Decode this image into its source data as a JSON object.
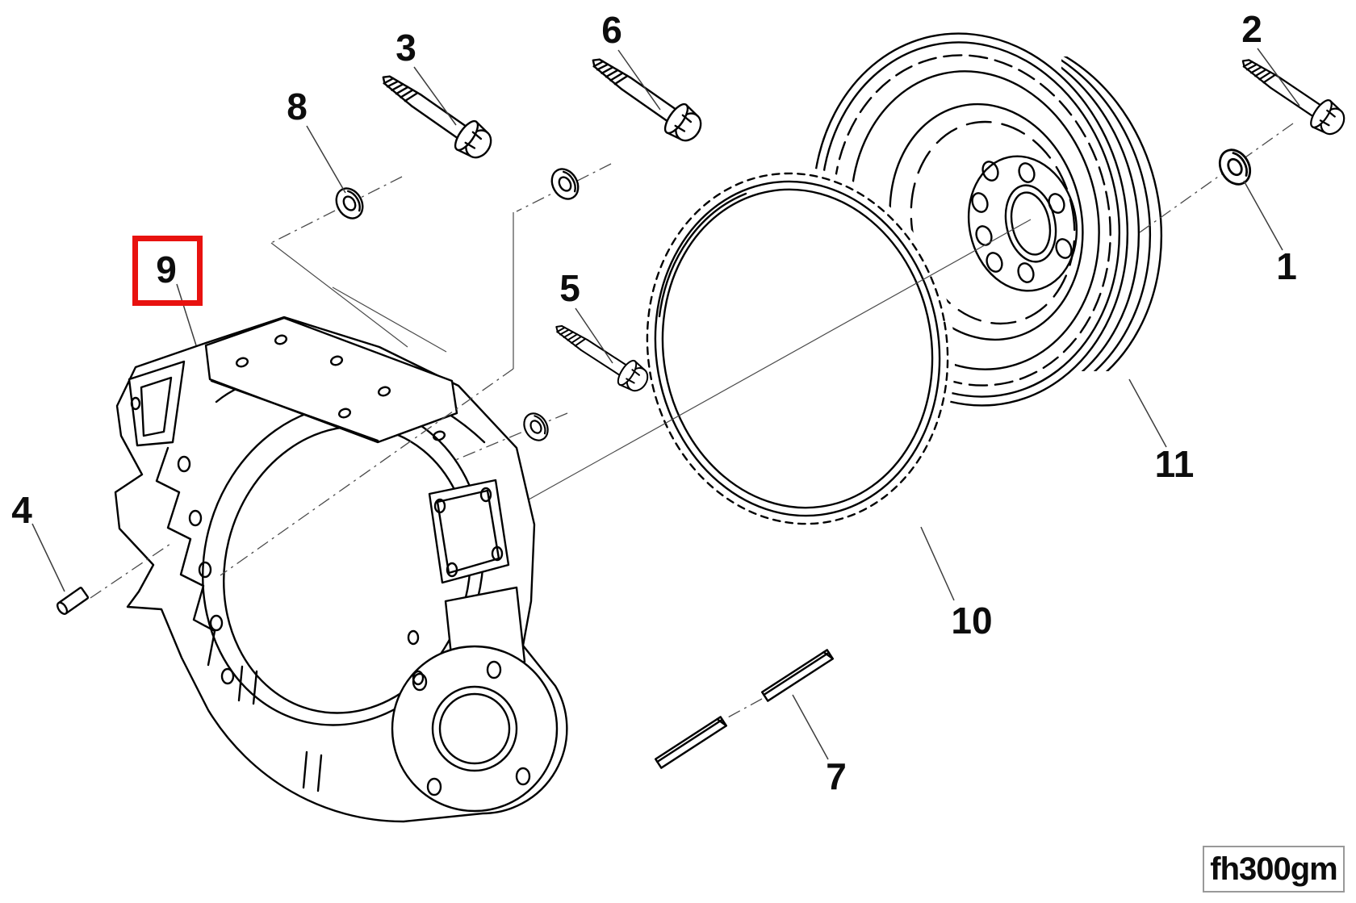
{
  "diagram": {
    "type": "exploded-parts-diagram",
    "image_code": "fh300gm",
    "highlight": {
      "callout": "9",
      "color": "#e8120f"
    },
    "colors": {
      "background": "#ffffff",
      "drawing_line": "#000000",
      "leader_line": "#3d3d3d",
      "code_box_border": "#999999",
      "highlight_red": "#e8120f"
    },
    "callouts": [
      {
        "label": "1"
      },
      {
        "label": "2"
      },
      {
        "label": "3"
      },
      {
        "label": "4"
      },
      {
        "label": "5"
      },
      {
        "label": "6"
      },
      {
        "label": "7"
      },
      {
        "label": "8"
      },
      {
        "label": "9"
      },
      {
        "label": "10"
      },
      {
        "label": "11"
      }
    ]
  }
}
